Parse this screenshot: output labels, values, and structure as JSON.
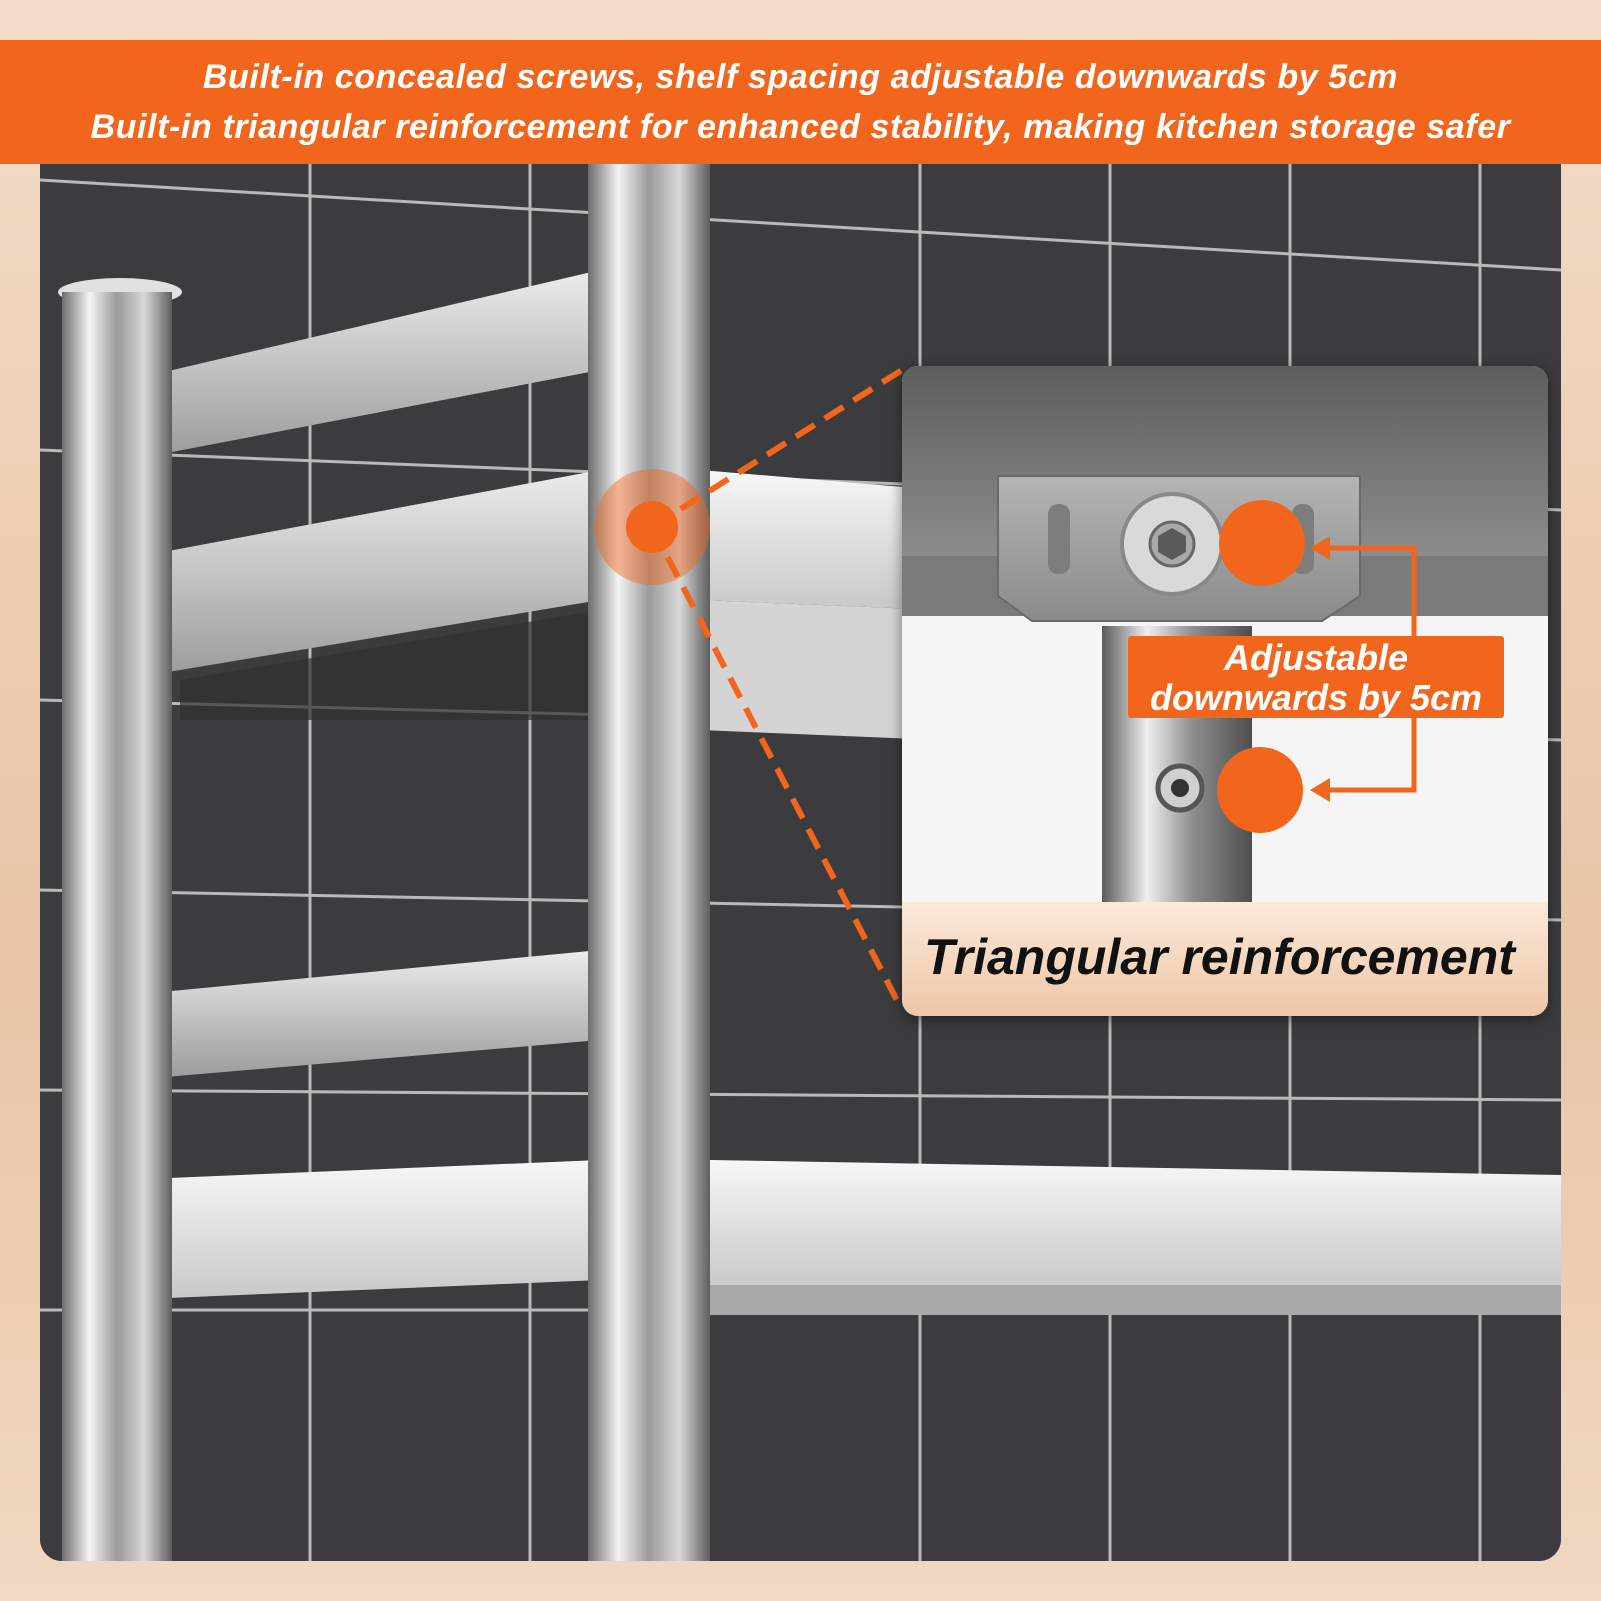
{
  "banner": {
    "line1": "Built-in concealed screws, shelf spacing adjustable downwards by 5cm",
    "line2": "Built-in triangular reinforcement for enhanced stability, making kitchen storage safer"
  },
  "inset": {
    "adjust_label_line1": "Adjustable",
    "adjust_label_line2": "downwards by 5cm",
    "caption": "Triangular reinforcement"
  },
  "colors": {
    "accent": "#f2651c",
    "tile": "#3c3c3e",
    "frame": "#e9c4a6",
    "steel": "#c9c9c9"
  }
}
